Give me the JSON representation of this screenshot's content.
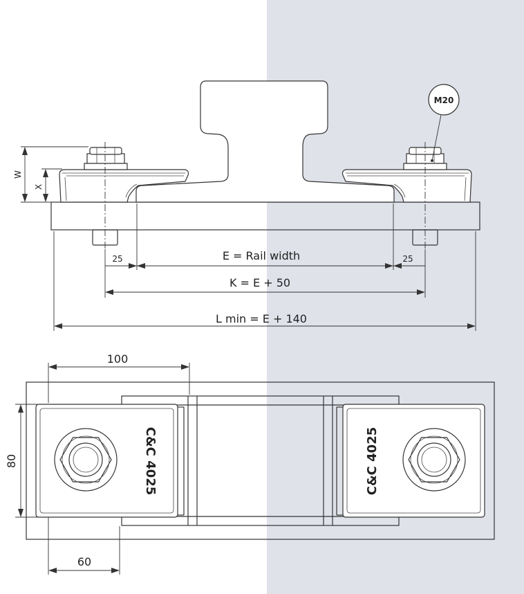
{
  "colors": {
    "background_left": "#ffffff",
    "background_right": "#dfe2e9",
    "line": "#333333"
  },
  "side_view": {
    "bolt_callout": "M20",
    "dim_w": "W",
    "dim_x": "X",
    "dim_e_offset_left": "25",
    "dim_e_offset_right": "25",
    "dim_e": "E = Rail width",
    "dim_k": "K = E + 50",
    "dim_l": "L min = E + 140"
  },
  "top_view": {
    "dim_top": "100",
    "dim_height": "80",
    "dim_bottom": "60",
    "marking_left": "C&C 4025",
    "marking_right": "C&C 4025"
  }
}
